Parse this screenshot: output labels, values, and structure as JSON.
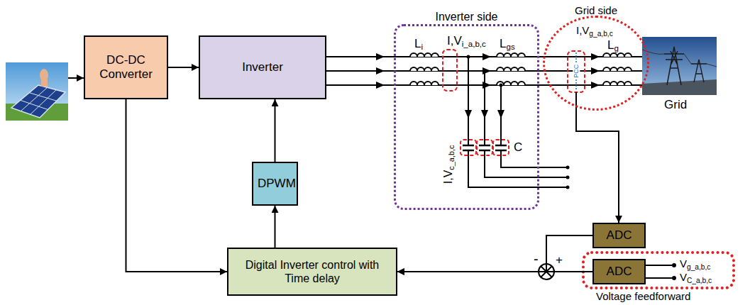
{
  "diagram": {
    "nodes": [
      {
        "text": [
          "DC-DC Converter"
        ]
      },
      {
        "text": [
          "Inverter"
        ]
      },
      {
        "text": [
          "Inverter side"
        ]
      },
      {
        "text": [
          "Grid side"
        ]
      },
      {
        "text": [
          "DPWM"
        ]
      },
      {
        "text": [
          "Digital Inverter control with Time delay"
        ]
      },
      {
        "text": [
          "ADC"
        ]
      },
      {
        "text": [
          "ADC"
        ]
      }
    ],
    "edges": [
      {
        "from": 0,
        "to": 1,
        "arrow": "to"
      },
      {
        "from": 4,
        "to": 1,
        "arrow": "to"
      },
      {
        "from": 5,
        "to": 4,
        "arrow": "to"
      },
      {
        "from": 0,
        "to": 5,
        "arrow": "to"
      },
      {
        "from": 6,
        "to": 5,
        "arrow": "to"
      },
      {
        "from": 7,
        "to": 5,
        "arrow": "to"
      }
    ],
    "labels": [
      "L",
      "i",
      "I,V",
      "i_a,b,c",
      "L",
      "gs",
      "L",
      "g",
      "I,V",
      "g_a,b,c",
      "PCC",
      "C",
      "I,V",
      "c_a,b,c",
      "V",
      "g_a,b,c",
      "V",
      "C_a,b,c",
      "Voltage feedforward",
      "Grid",
      "-",
      "+"
    ]
  }
}
